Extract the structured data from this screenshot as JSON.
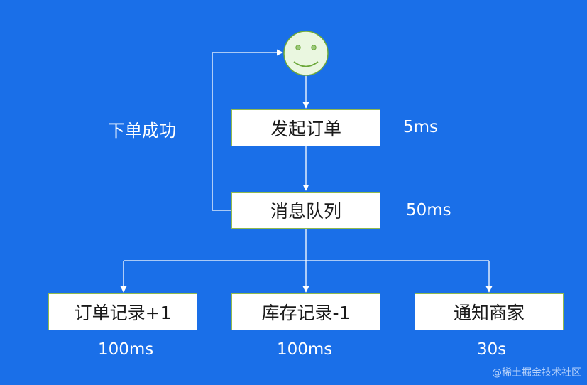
{
  "flow": {
    "steps": {
      "order": "发起订单",
      "queue": "消息队列"
    },
    "tasks": [
      {
        "label": "订单记录+1",
        "time": "100ms"
      },
      {
        "label": "库存记录-1",
        "time": "100ms"
      },
      {
        "label": "通知商家",
        "time": "30s"
      }
    ],
    "timings": {
      "order": "5ms",
      "queue": "50ms"
    },
    "loop_label": "下单成功"
  },
  "watermark": "@稀土掘金技术社区",
  "colors": {
    "background": "#1A6FE8",
    "box_fill": "#FFFFFF",
    "box_border": "#8FB94F",
    "smiley_fill": "#EAF7E0",
    "smiley_stroke": "#6CA83A",
    "connector": "#FFFFFF"
  },
  "icons": {
    "user": "smiley-face-icon"
  }
}
